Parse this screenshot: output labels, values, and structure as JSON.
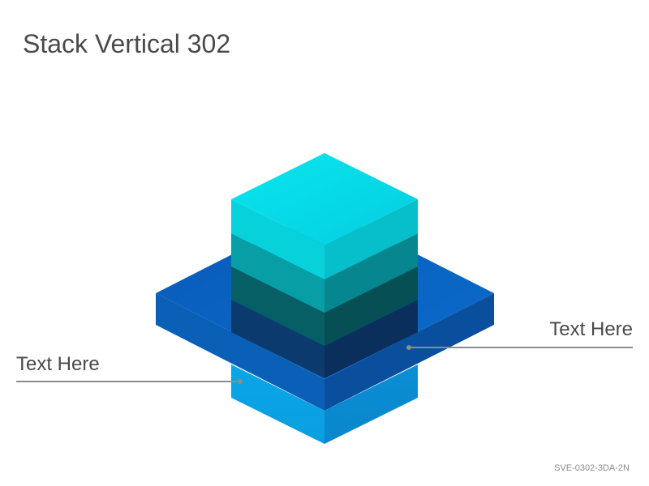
{
  "slide": {
    "title": "Stack Vertical 302",
    "code": "SVE-0302-3DA-2N"
  },
  "callouts": {
    "left": {
      "text": "Text Here"
    },
    "right": {
      "text": "Text Here"
    }
  },
  "colors": {
    "text": "#4a4a4a",
    "leader_line": "#8c8c8c",
    "cube_top": "#05dde8",
    "cube_layer_1": "#05a9b4",
    "cube_layer_2": "#05727a",
    "cube_layer_3": "#053a66",
    "cube_layer_4": "#0aa2e4",
    "plate": "#0a6ac8"
  }
}
